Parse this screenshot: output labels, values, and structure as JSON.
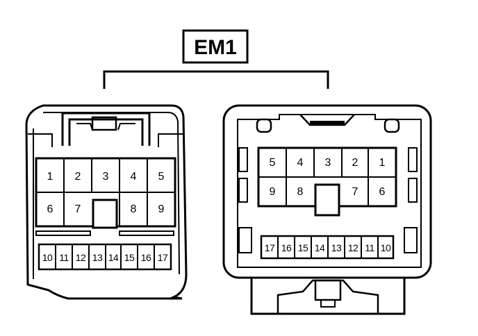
{
  "connector": {
    "title": "EM1"
  },
  "left_connector": {
    "upper_row1": [
      "1",
      "2",
      "3",
      "4",
      "5"
    ],
    "upper_row2_left": [
      "6",
      "7"
    ],
    "upper_row2_right": [
      "8",
      "9"
    ],
    "lower_row": [
      "10",
      "11",
      "12",
      "13",
      "14",
      "15",
      "16",
      "17"
    ]
  },
  "right_connector": {
    "upper_row1": [
      "5",
      "4",
      "3",
      "2",
      "1"
    ],
    "upper_row2_left": [
      "9",
      "8"
    ],
    "upper_row2_right": [
      "7",
      "6"
    ],
    "lower_row": [
      "17",
      "16",
      "15",
      "14",
      "13",
      "12",
      "11",
      "10"
    ]
  }
}
